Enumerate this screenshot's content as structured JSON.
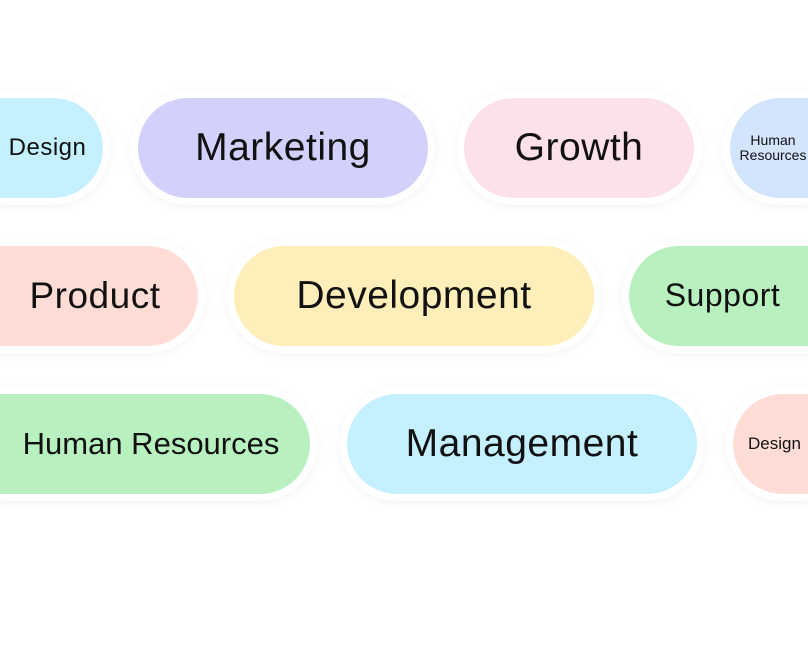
{
  "tags": [
    {
      "label": "Design",
      "color": "#c4f0ff"
    },
    {
      "label": "Marketing",
      "color": "#d4d0fc"
    },
    {
      "label": "Growth",
      "color": "#fde1e8"
    },
    {
      "label": "Human Resources",
      "color": "#d3e4fd"
    },
    {
      "label": "Product",
      "color": "#ffddd6"
    },
    {
      "label": "Development",
      "color": "#feeeba"
    },
    {
      "label": "Support",
      "color": "#b8f0c0"
    },
    {
      "label": "Human Resources",
      "color": "#b8f0c0"
    },
    {
      "label": "Management",
      "color": "#c4f0ff"
    },
    {
      "label": "Design",
      "color": "#ffddd6"
    }
  ]
}
